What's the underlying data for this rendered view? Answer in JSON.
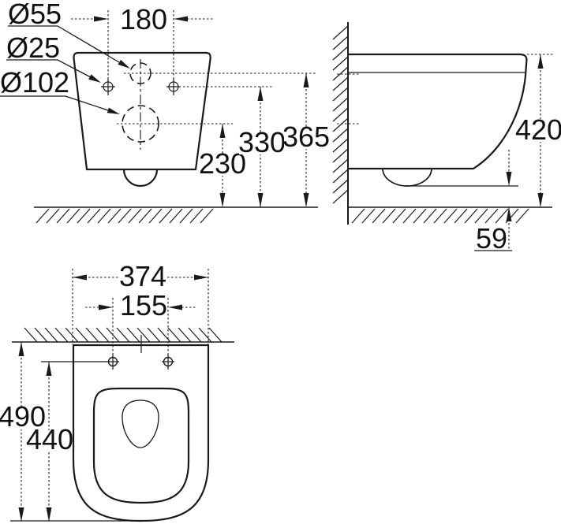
{
  "diagram": {
    "type": "technical-drawing",
    "subject": "wall-hung toilet installation dimension drawing",
    "unit": "mm",
    "colors": {
      "line": "#1a1a1a",
      "background": "#ffffff"
    },
    "front_view": {
      "labels": {
        "d55": "Ø55",
        "d25": "Ø25",
        "d102": "Ø102",
        "spacing": "180",
        "h_outlet": "230",
        "h_bolts": "330",
        "h_inlet": "365"
      }
    },
    "side_view": {
      "labels": {
        "height": "420",
        "gap": "59"
      }
    },
    "top_view": {
      "labels": {
        "width": "374",
        "bolt_spacing": "155",
        "depth": "490",
        "bolt_depth": "440"
      }
    }
  }
}
